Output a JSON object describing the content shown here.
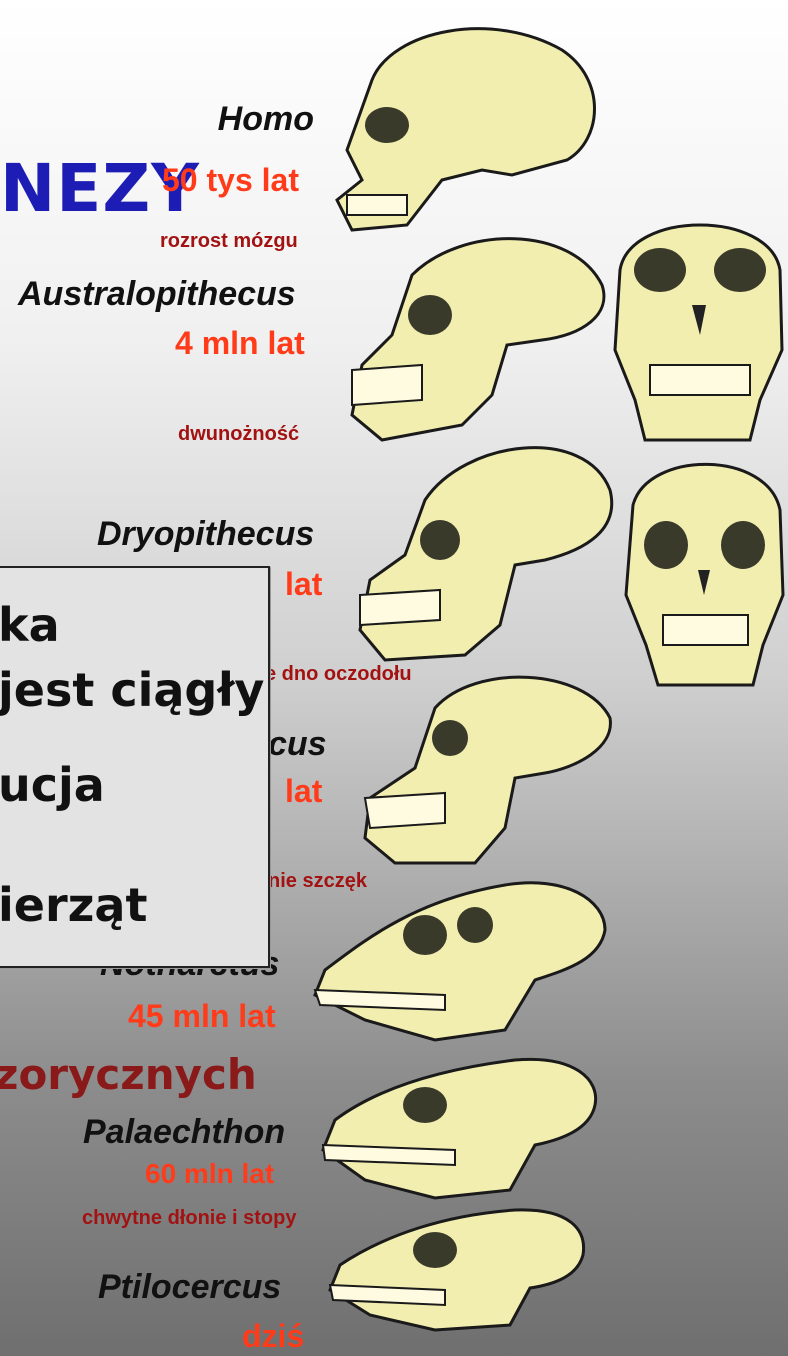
{
  "title_fragment": "NEZY",
  "red_heading_fragment": "zorycznych",
  "panel": {
    "lines": [
      "ka",
      "jest ciągły",
      "ucja",
      "ierząt"
    ]
  },
  "stages": [
    {
      "genus": "Homo",
      "age": "50 tys lat",
      "feature": "rozrost mózgu"
    },
    {
      "genus": "Australopithecus",
      "age": "4 mln lat",
      "feature": "dwunożność"
    },
    {
      "genus": "Dryopithecus",
      "age": "lat",
      "feature": "e dno oczodołu"
    },
    {
      "genus": "cus",
      "age": "lat",
      "feature": "nie szczęk"
    },
    {
      "genus": "Notharctus",
      "age": "45 mln lat",
      "feature": ""
    },
    {
      "genus": "Palaechthon",
      "age": "60 mln lat",
      "feature": "chwytne dłonie i stopy"
    },
    {
      "genus": "Ptilocercus",
      "age": "dziś",
      "feature": ""
    }
  ],
  "colors": {
    "title": "#1d1db6",
    "age": "#ff3b1a",
    "feature": "#a31212",
    "skull_fill": "#f2eeb0",
    "skull_stroke": "#1a1a1a"
  }
}
